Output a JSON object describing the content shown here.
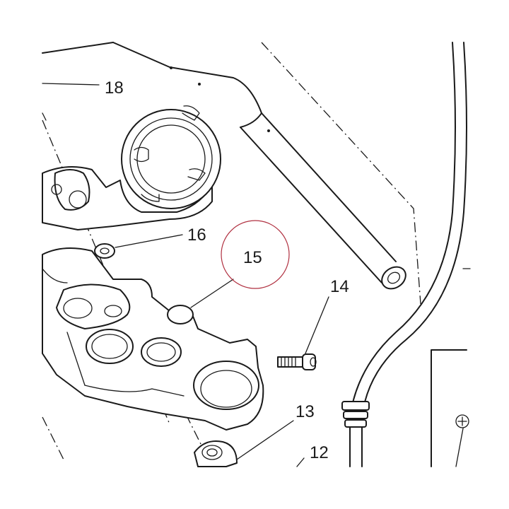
{
  "callouts": {
    "c12": "12",
    "c13": "13",
    "c14": "14",
    "c15": "15",
    "c16": "16",
    "c18": "18"
  },
  "colors": {
    "line": "#1a1a1a",
    "highlight_circle": "#b03040",
    "background": "#ffffff"
  }
}
